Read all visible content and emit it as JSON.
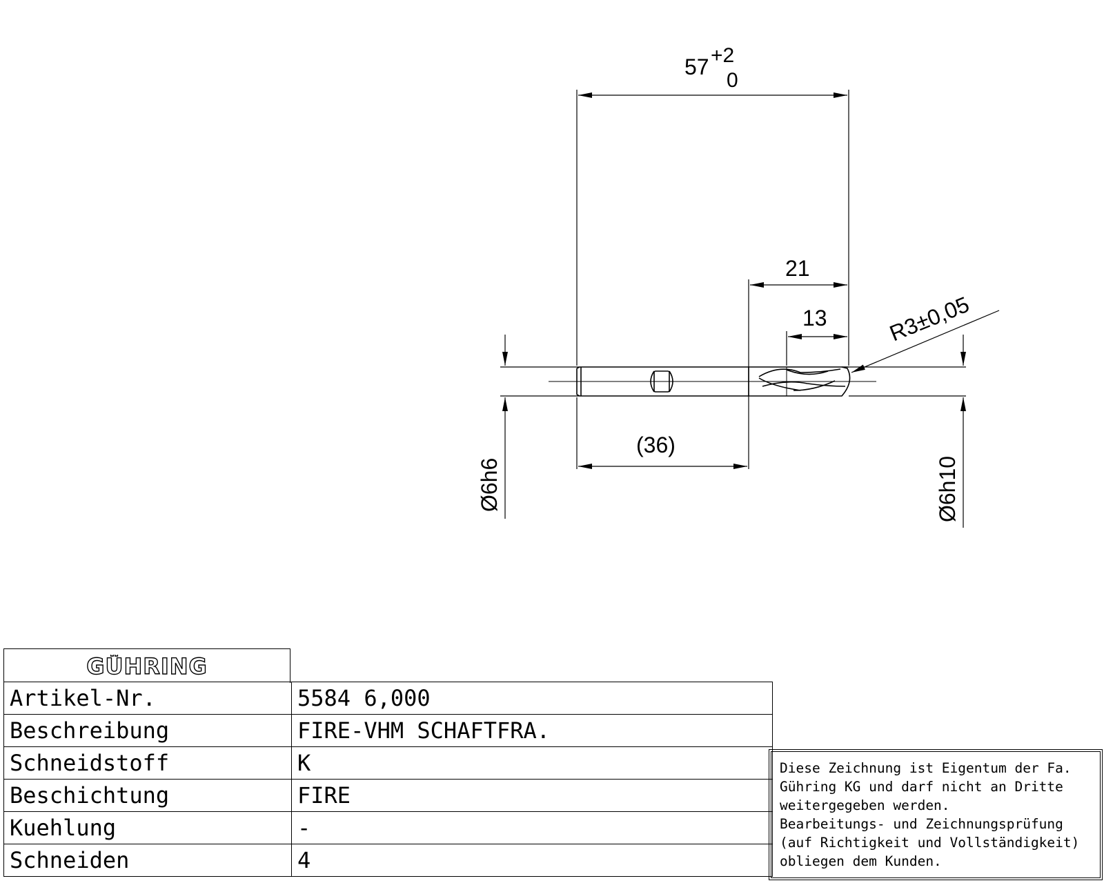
{
  "drawing": {
    "dimensions": {
      "overall_length": "57",
      "overall_tol_upper": "+2",
      "overall_tol_lower": "0",
      "flute_length": "21",
      "cutting_length": "13",
      "shank_length": "(36)",
      "radius": "R3±0,05",
      "shank_diameter": "Ø6h6",
      "cutter_diameter": "Ø6h10"
    }
  },
  "title_block": {
    "logo_text": "GÜHRING",
    "rows": [
      {
        "label": "Artikel-Nr.",
        "value": "5584 6,000"
      },
      {
        "label": "Beschreibung",
        "value": "FIRE-VHM SCHAFTFRA."
      },
      {
        "label": "Schneidstoff",
        "value": "K"
      },
      {
        "label": "Beschichtung",
        "value": "FIRE"
      },
      {
        "label": "Kuehlung",
        "value": "-"
      },
      {
        "label": "Schneiden",
        "value": "4"
      }
    ],
    "notice_lines": [
      "Diese Zeichnung ist Eigentum der Fa.",
      "Gühring KG und darf nicht an Dritte",
      "weitergegeben werden.",
      "Bearbeitungs- und Zeichnungsprüfung",
      "(auf Richtigkeit und Vollständigkeit)",
      "obliegen dem Kunden."
    ]
  }
}
